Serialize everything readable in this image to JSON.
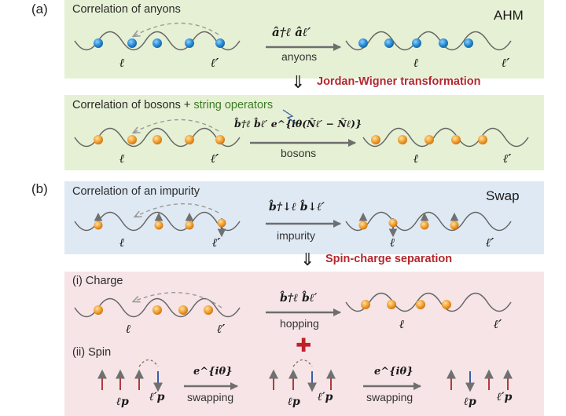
{
  "panels": {
    "a": "(a)",
    "b": "(b)"
  },
  "a1": {
    "title": "Correlation of anyons",
    "tag": "AHM",
    "operator": "â†ℓ âℓ′",
    "arrow_label": "anyons",
    "site_l": "ℓ",
    "site_lp": "ℓ′"
  },
  "jw": {
    "symbol": "⇓",
    "label": "Jordan-Wigner transformation"
  },
  "a2": {
    "title_main": "Correlation of bosons + ",
    "title_green": "string operators",
    "operator": "b̂†ℓ b̂ℓ′ e^{iθ(N̂ℓ′ − N̂ℓ)}",
    "arrow_label": "bosons",
    "site_l": "ℓ",
    "site_lp": "ℓ′"
  },
  "b1": {
    "title": "Correlation of an impurity",
    "tag": "Swap",
    "operator": "b̂†↓ℓ b̂↓ℓ′",
    "arrow_label": "impurity",
    "site_l": "ℓ",
    "site_lp": "ℓ′"
  },
  "sc": {
    "symbol": "⇓",
    "label": "Spin-charge separation"
  },
  "b2": {
    "charge_title": "(i) Charge",
    "charge_operator": "b̂†ℓ b̂ℓ′",
    "charge_arrow_label": "hopping",
    "plus": "✚",
    "spin_title": "(ii) Spin",
    "swap_operator": "e^{iθ}",
    "swap_label": "swapping",
    "site_lp_spin": "ℓp",
    "site_lpp_spin": "ℓ′p",
    "site_l": "ℓ",
    "site_lp": "ℓ′"
  },
  "colors": {
    "green_bg": "#e6f0d4",
    "blue_bg": "#dfe9f3",
    "pink_bg": "#f6e4e6",
    "anyon": "#2b8fd6",
    "boson": "#f2a233",
    "spin_up": "#b33a3a",
    "spin_down": "#3b5ea8",
    "accent_red": "#b3282d",
    "green_text": "#3b7d23"
  }
}
